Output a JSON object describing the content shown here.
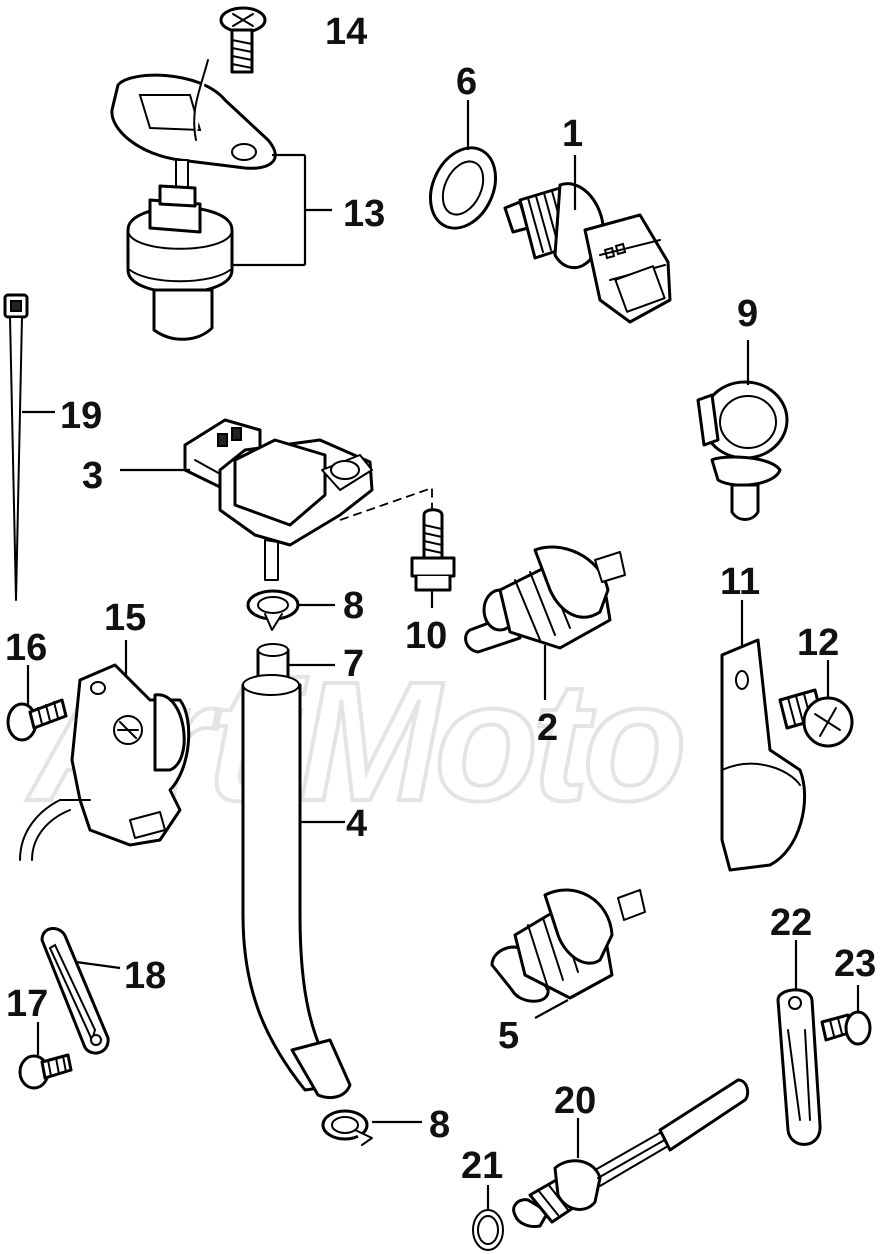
{
  "watermark": {
    "text": "ArtiMoto"
  },
  "callouts": [
    {
      "id": "c14",
      "label": "14"
    },
    {
      "id": "c6",
      "label": "6"
    },
    {
      "id": "c1",
      "label": "1"
    },
    {
      "id": "c13",
      "label": "13"
    },
    {
      "id": "c9",
      "label": "9"
    },
    {
      "id": "c19",
      "label": "19"
    },
    {
      "id": "c3",
      "label": "3"
    },
    {
      "id": "c8a",
      "label": "8"
    },
    {
      "id": "c10",
      "label": "10"
    },
    {
      "id": "c11",
      "label": "11"
    },
    {
      "id": "c15",
      "label": "15"
    },
    {
      "id": "c16",
      "label": "16"
    },
    {
      "id": "c7",
      "label": "7"
    },
    {
      "id": "c12",
      "label": "12"
    },
    {
      "id": "c2",
      "label": "2"
    },
    {
      "id": "c4",
      "label": "4"
    },
    {
      "id": "c22",
      "label": "22"
    },
    {
      "id": "c18",
      "label": "18"
    },
    {
      "id": "c23",
      "label": "23"
    },
    {
      "id": "c17",
      "label": "17"
    },
    {
      "id": "c5",
      "label": "5"
    },
    {
      "id": "c20",
      "label": "20"
    },
    {
      "id": "c8b",
      "label": "8"
    },
    {
      "id": "c21",
      "label": "21"
    }
  ]
}
